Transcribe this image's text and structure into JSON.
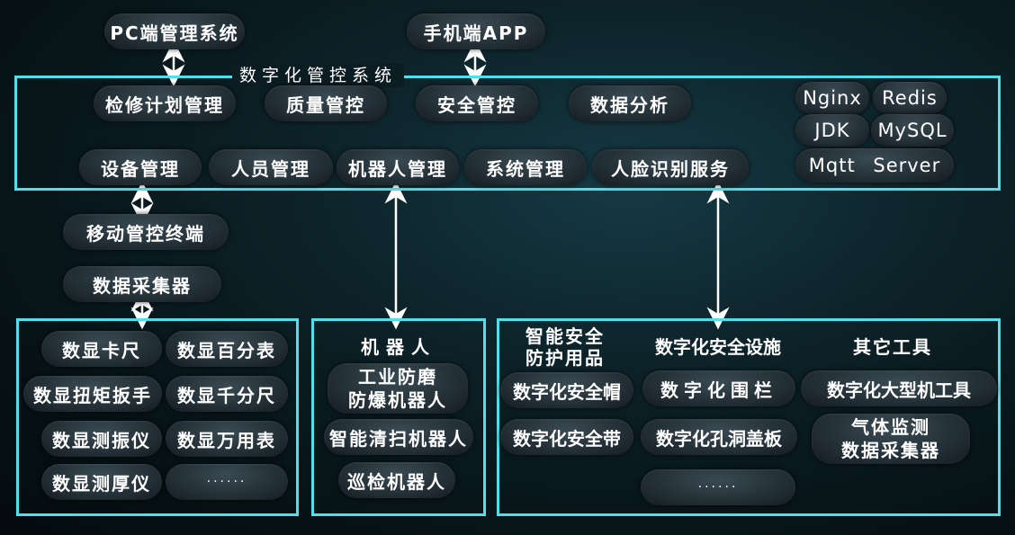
{
  "top": {
    "pc_system": "PC端管理系统",
    "mobile_app": "手机端APP",
    "system_title": "数字化管控系统"
  },
  "modules": {
    "row1": [
      "检修计划管理",
      "质量管控",
      "安全管控",
      "数据分析"
    ],
    "row2": [
      "设备管理",
      "人员管理",
      "机器人管理",
      "系统管理",
      "人脸识别服务"
    ]
  },
  "tech_stack": [
    "Nginx",
    "Redis",
    "JDK",
    "MySQL",
    "Mqtt Server"
  ],
  "left_chain": [
    "移动管控终端",
    "数据采集器"
  ],
  "tools_box": {
    "items": [
      "数显卡尺",
      "数显百分表",
      "数显扭矩扳手",
      "数显千分尺",
      "数显测振仪",
      "数显万用表",
      "数显测厚仪",
      "······"
    ]
  },
  "robots_box": {
    "title": "机器人",
    "items": [
      "工业防磨\n防爆机器人",
      "智能清扫机器人",
      "巡检机器人"
    ]
  },
  "safety_box": {
    "col1_title": "智能安全\n防护用品",
    "col2_title": "数字化安全设施",
    "col3_title": "其它工具",
    "col1_items": [
      "数字化安全帽",
      "数字化安全带"
    ],
    "col2_items": [
      "数字化围栏",
      "数字化孔洞盖板",
      "······"
    ],
    "col3_items": [
      "数字化大型机工具",
      "气体监测\n数据采集器"
    ]
  },
  "colors": {
    "border": "#4fe0ec",
    "background": "#0d232a"
  }
}
